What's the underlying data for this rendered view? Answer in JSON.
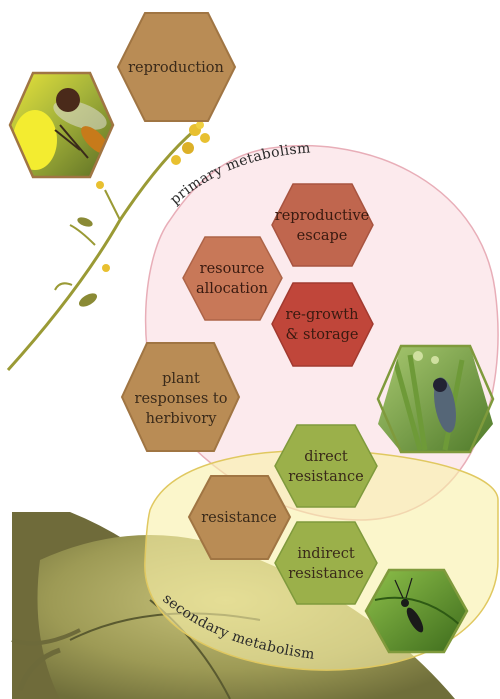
{
  "labels": {
    "reproduction": [
      "reproduction"
    ],
    "reproductive_escape": [
      "reproductive",
      "escape"
    ],
    "resource_allocation": [
      "resource",
      "allocation"
    ],
    "regrowth_storage": [
      "re-growth",
      "& storage"
    ],
    "plant_responses": [
      "plant",
      "responses to",
      "herbivory"
    ],
    "direct_resistance": [
      "direct",
      "resistance"
    ],
    "resistance": [
      "resistance"
    ],
    "indirect_resistance": [
      "indirect",
      "resistance"
    ]
  },
  "arcs": {
    "primary": "primary metabolism",
    "secondary": "secondary metabolism"
  },
  "colors": {
    "brown_hex": "#b98c55",
    "brown_hex_border": "#a07543",
    "red_hex_dark": "#c0463a",
    "red_hex_mid": "#c0664e",
    "red_hex_light": "#c87858",
    "green_hex": "#9bb04a",
    "green_border": "#7f9a3c",
    "primary_fill": "#fbe6ea",
    "primary_stroke": "#e8aeb8",
    "secondary_fill": "#f8f0a8",
    "secondary_stroke": "#e0c860"
  },
  "icons": [
    "hoverfly-photo",
    "caterpillar-photo",
    "wasp-on-leaf-photo",
    "flowering-stem-illustration",
    "leaf-background-illustration"
  ]
}
